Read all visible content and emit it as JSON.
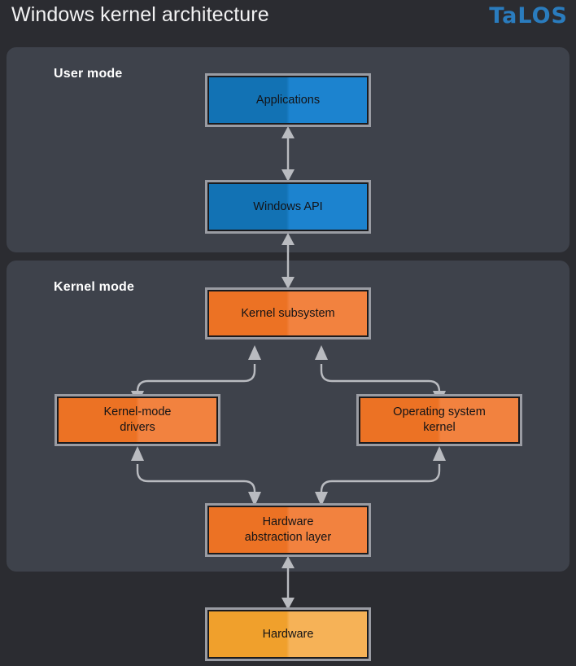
{
  "header": {
    "title": "Windows kernel architecture",
    "logo": "TaLOS",
    "logo_color": "#2a7cbe"
  },
  "theme": {
    "page_background": "#2b2c31",
    "panel_background": "#3e424b",
    "box_border": "#9a9ca3",
    "box_inner_border": "#1b1b1e",
    "connector_color": "#b9bbc0",
    "blue_fill": "#1272b4",
    "blue_fill_light": "#1c83cf",
    "orange_fill": "#ec7224",
    "orange_fill_light": "#f2823f",
    "amber_fill": "#f0a02c",
    "amber_fill_light": "#f6b257",
    "label_color": "#ffffff",
    "box_text_color": "#131316"
  },
  "panels": [
    {
      "id": "user-mode",
      "label": "User mode"
    },
    {
      "id": "kernel-mode",
      "label": "Kernel mode"
    }
  ],
  "nodes": [
    {
      "id": "applications",
      "label": "Applications",
      "color": "blue",
      "panel": "user-mode"
    },
    {
      "id": "windows-api",
      "label": "Windows API",
      "color": "blue",
      "panel": "user-mode"
    },
    {
      "id": "kernel-subsystem",
      "label": "Kernel subsystem",
      "color": "orange",
      "panel": "kernel-mode"
    },
    {
      "id": "kernel-mode-drivers",
      "label": "Kernel-mode\ndrivers",
      "color": "orange",
      "panel": "kernel-mode"
    },
    {
      "id": "operating-system-kernel",
      "label": "Operating system\nkernel",
      "color": "orange",
      "panel": "kernel-mode"
    },
    {
      "id": "hardware-abstraction-layer",
      "label": "Hardware\nabstraction layer",
      "color": "orange",
      "panel": "kernel-mode"
    },
    {
      "id": "hardware",
      "label": "Hardware",
      "color": "amber",
      "panel": "none"
    }
  ],
  "connections": [
    {
      "from": "applications",
      "to": "windows-api",
      "direction": "bidirectional"
    },
    {
      "from": "windows-api",
      "to": "kernel-subsystem",
      "direction": "bidirectional"
    },
    {
      "from": "kernel-subsystem",
      "to": "kernel-mode-drivers",
      "direction": "bidirectional"
    },
    {
      "from": "kernel-subsystem",
      "to": "operating-system-kernel",
      "direction": "bidirectional"
    },
    {
      "from": "kernel-mode-drivers",
      "to": "hardware-abstraction-layer",
      "direction": "bidirectional"
    },
    {
      "from": "operating-system-kernel",
      "to": "hardware-abstraction-layer",
      "direction": "bidirectional"
    },
    {
      "from": "hardware-abstraction-layer",
      "to": "hardware",
      "direction": "bidirectional"
    }
  ]
}
